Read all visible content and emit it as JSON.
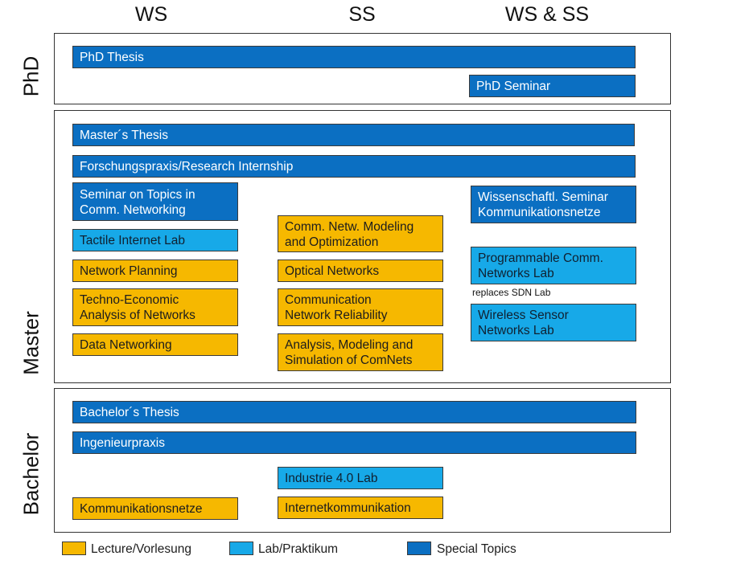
{
  "columns": {
    "ws": "WS",
    "ss": "SS",
    "ws_ss": "WS & SS"
  },
  "rows": {
    "phd": "PhD",
    "master": "Master",
    "bachelor": "Bachelor"
  },
  "phd": {
    "thesis": "PhD Thesis",
    "seminar": "PhD Seminar"
  },
  "master": {
    "thesis": "Master´s Thesis",
    "internship": "Forschungspraxis/Research Internship",
    "seminar_topics": [
      "Seminar on Topics in",
      "Comm. Networking"
    ],
    "wiss_seminar": [
      "Wissenschaftl. Seminar",
      "Kommunikationsnetze"
    ],
    "tactile_lab": "Tactile Internet Lab",
    "comm_modeling": [
      "Comm. Netw. Modeling",
      "and Optimization"
    ],
    "network_planning": "Network Planning",
    "optical_networks": "Optical Networks",
    "programmable_lab": [
      "Programmable Comm.",
      "Networks Lab"
    ],
    "replaces_note": "replaces SDN Lab",
    "techno_economic": [
      "Techno-Economic",
      "Analysis of Networks"
    ],
    "comm_reliability": [
      "Communication",
      "Network Reliability"
    ],
    "wireless_lab": [
      "Wireless Sensor",
      "Networks Lab"
    ],
    "data_networking": "Data Networking",
    "analysis_modeling": [
      "Analysis, Modeling and",
      "Simulation of ComNets"
    ]
  },
  "bachelor": {
    "thesis": "Bachelor´s Thesis",
    "ingenieurpraxis": "Ingenieurpraxis",
    "industrie_lab": "Industrie 4.0 Lab",
    "kommunikationsnetze": "Kommunikationsnetze",
    "internetkommunikation": "Internetkommunikation"
  },
  "legend": {
    "lecture": "Lecture/Vorlesung",
    "lab": "Lab/Praktikum",
    "special": "Special Topics"
  },
  "colors": {
    "special_topics": "#0b6fc2",
    "lab": "#17a9e8",
    "lecture": "#f6b800"
  }
}
